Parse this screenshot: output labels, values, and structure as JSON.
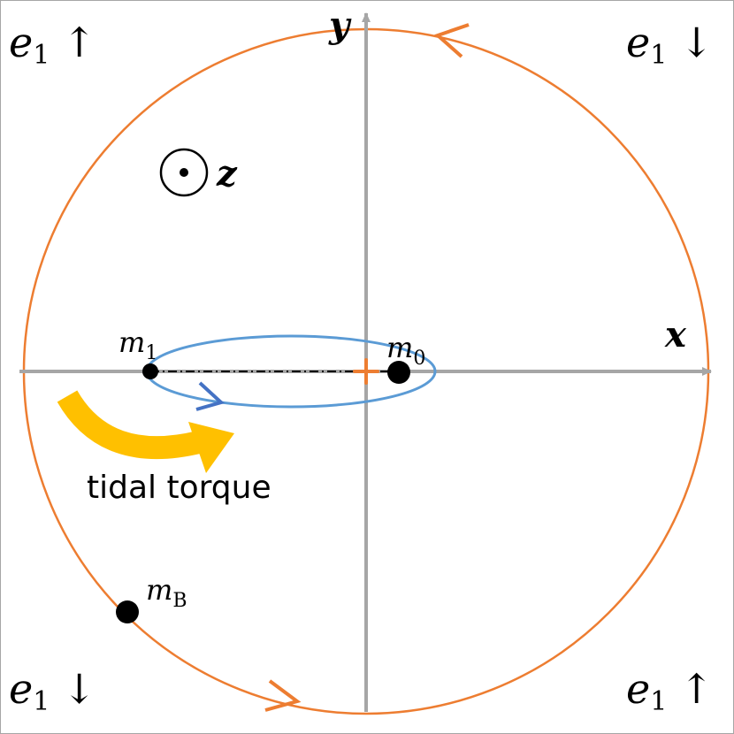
{
  "corner_labels": {
    "top_left": {
      "symbol": "e",
      "sub": "1",
      "arrow": "↑"
    },
    "top_right": {
      "symbol": "e",
      "sub": "1",
      "arrow": "↓"
    },
    "bottom_left": {
      "symbol": "e",
      "sub": "1",
      "arrow": "↓"
    },
    "bottom_right": {
      "symbol": "e",
      "sub": "1",
      "arrow": "↑"
    }
  },
  "axes": {
    "x_label": "x",
    "y_label": "y",
    "z_label": "z"
  },
  "bodies": {
    "m1": {
      "symbol": "m",
      "sub": "1"
    },
    "m0": {
      "symbol": "m",
      "sub": "0"
    },
    "mB": {
      "symbol": "m",
      "sub": "B"
    }
  },
  "torque_label": "tidal torque",
  "colors": {
    "outer_orbit": "#ed7d31",
    "inner_orbit": "#5b9bd5",
    "inner_arrow": "#4472c4",
    "axes": "#a6a6a6",
    "torque_arrow": "#ffc000",
    "bodies": "#000000"
  }
}
